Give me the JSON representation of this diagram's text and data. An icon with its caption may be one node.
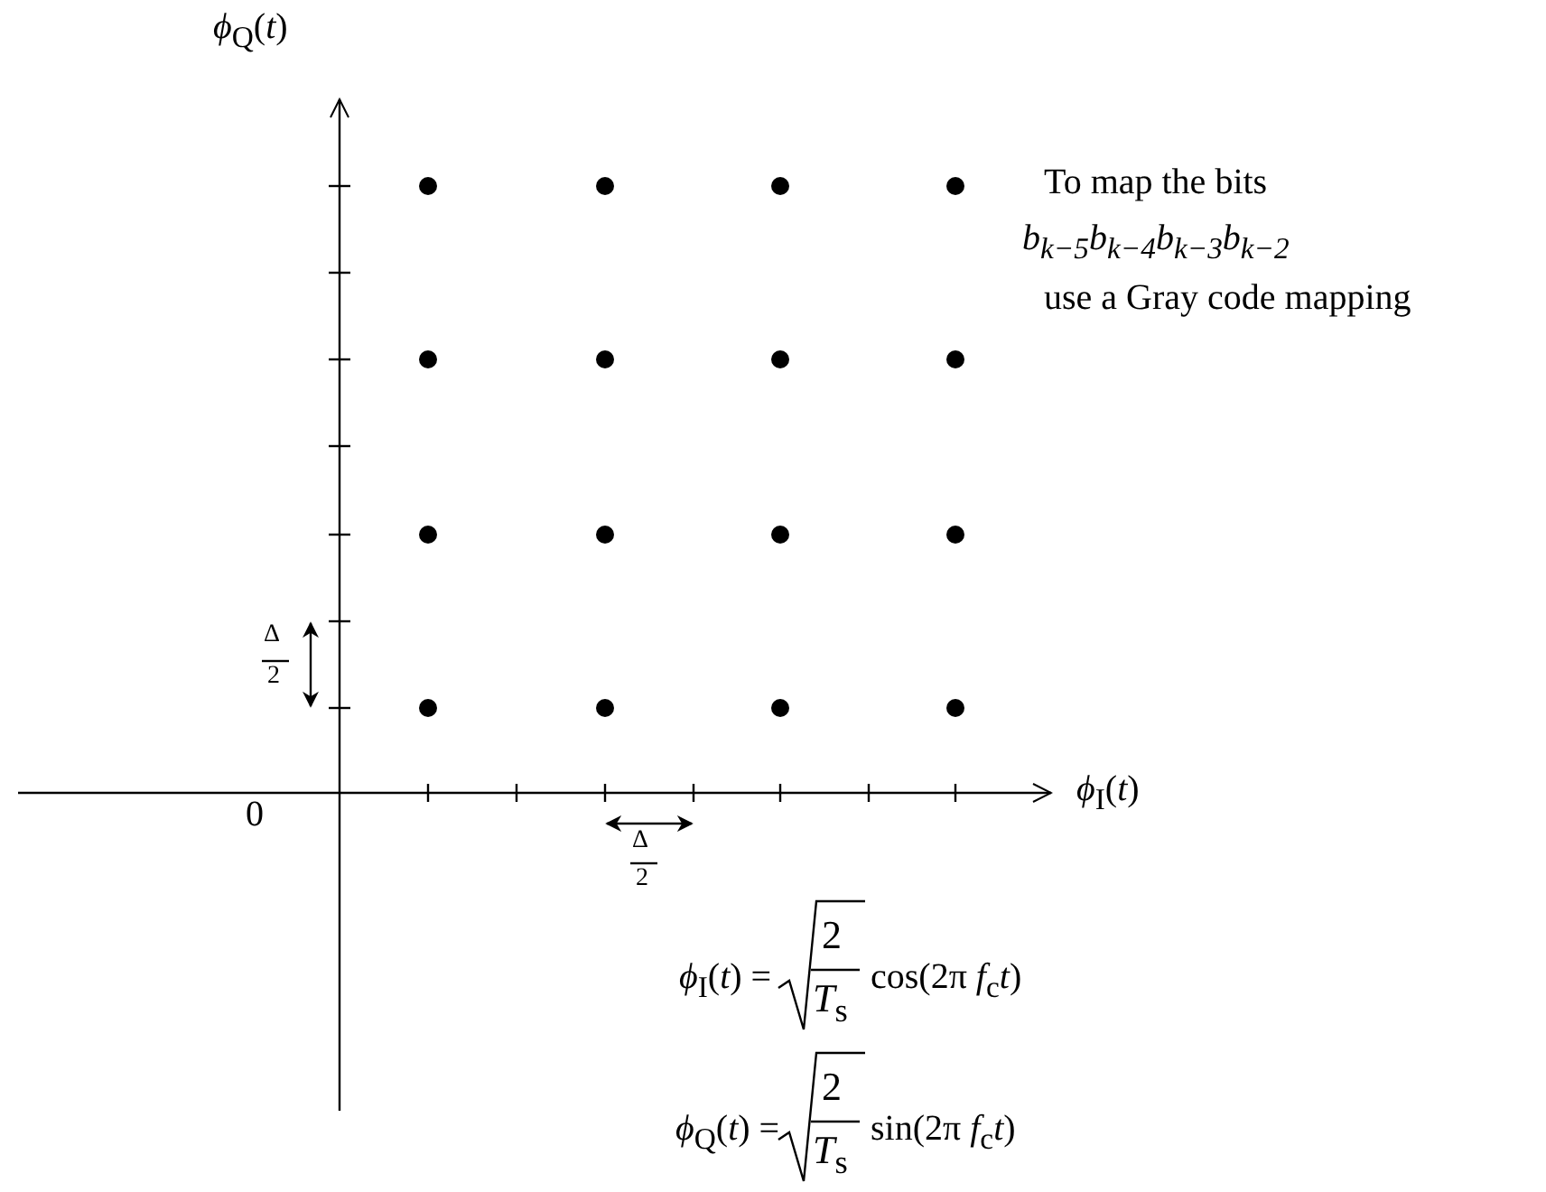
{
  "diagram": {
    "labels": [
      "*ϕ*$_{Q}$(*t*)",
      "To map the bits",
      "b$_{k−5}$b$_{k−4}$b$_{k−3}$b$_{k−2}$",
      "use a Gray code mapping",
      "Δ",
      "2",
      "0",
      "*ϕ*$_{I}$(*t*)",
      "Δ",
      "2",
      "*ϕ*$_{I}$(*t*) =",
      "2",
      "*T*$_{s}$",
      "cos(2π *f*$_{c}$*t*)",
      "*ϕ*$_{Q}$(*t*) =",
      "2",
      "*T*$_{s}$",
      "sin(2π *f*$_{c}$*t*)"
    ]
  }
}
